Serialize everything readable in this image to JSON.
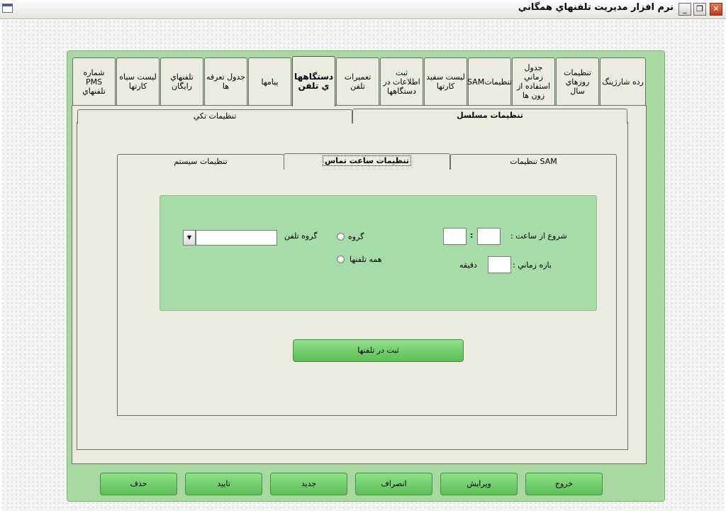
{
  "window": {
    "title": "نرم افزار مديريت تلفنهاي همگاني"
  },
  "titlebar_buttons": [
    "minimize",
    "restore",
    "close"
  ],
  "outer_tabs": [
    {
      "label": "رده شارژينگ"
    },
    {
      "label": "تنظيمات روزهاي سال"
    },
    {
      "label": "جدول زماني استفاده از زون ها"
    },
    {
      "label": "تنظيماتSAM"
    },
    {
      "label": "ليست سفيد كارتها"
    },
    {
      "label": "ثبت اطلاعات در دستگاهها"
    },
    {
      "label": "تعميرات تلفن"
    },
    {
      "label": "دستگاهها ي تلفن",
      "active": true
    },
    {
      "label": "پيامها"
    },
    {
      "label": "جدول تعرفه ها"
    },
    {
      "label": "تلفنهاي رايگان"
    },
    {
      "label": "ليست سياه كارتها"
    },
    {
      "label": "شماره PMS تلفنهاي"
    }
  ],
  "mid_tabs": {
    "serial": "تنظيمات مسلسل",
    "single": "تنظيمات تكي"
  },
  "inner_tabs": {
    "sam": "تنظيمات SAM",
    "contact_time": "تنظيمات ساعت تماس",
    "system": "تنظيمات سيستم"
  },
  "form": {
    "start_label": "شروع از ساعت :",
    "time_separator": ":",
    "start_hour": "",
    "start_minute": "",
    "interval_label": "بازه زماني :",
    "interval_value": "",
    "minute_unit": "دقيقه",
    "radio_group": "گروه",
    "radio_all": "همه تلفنها",
    "phone_group_label": "گروه تلفن",
    "phone_group_value": "",
    "submit_label": "ثبت در تلفنها"
  },
  "bottom_buttons": {
    "exit": "خروج",
    "edit": "ويرايش",
    "cancel": "انصراف",
    "new": "جديد",
    "confirm": "تاييد",
    "delete": "حذف"
  },
  "colors": {
    "frame_green": "#a6d8a0",
    "button_green": "#6fcc6a",
    "panel_beige": "#ecebe0"
  }
}
